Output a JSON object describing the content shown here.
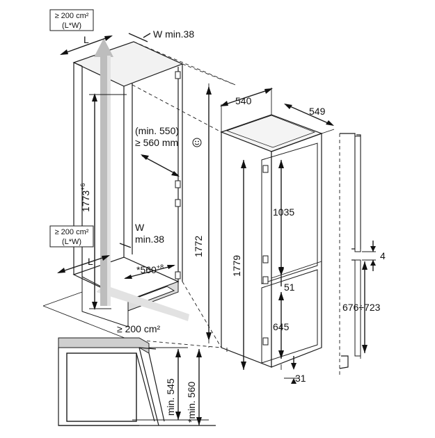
{
  "labels": {
    "area_top_1": "≥ 200 cm²",
    "area_top_2": "(L*W)",
    "area_mid_1": "≥ 200 cm²",
    "area_mid_2": "(L*W)",
    "w_min_top": "W min.38",
    "w_label": "W",
    "min_38": "min.38",
    "l_top": "L",
    "l_mid": "L",
    "min_550": "(min. 550)",
    "ge_560": "≥ 560 mm",
    "niche_height_main": "1773",
    "niche_height_sup": "+6",
    "depth_560_main": "*560",
    "depth_560_sup": "+8",
    "bottom_vent": "≥ 200 cm²",
    "width_540": "540",
    "depth_549": "549",
    "h_1772": "1772",
    "h_1779": "1779",
    "h_1035": "1035",
    "h_51": "51",
    "h_645": "645",
    "h_31": "31",
    "gap_4": "4",
    "door_676_723": "676÷723",
    "min_545": "min. 545",
    "min_560": "*min. 560"
  },
  "icons": {
    "smiley": "smiley-icon"
  }
}
